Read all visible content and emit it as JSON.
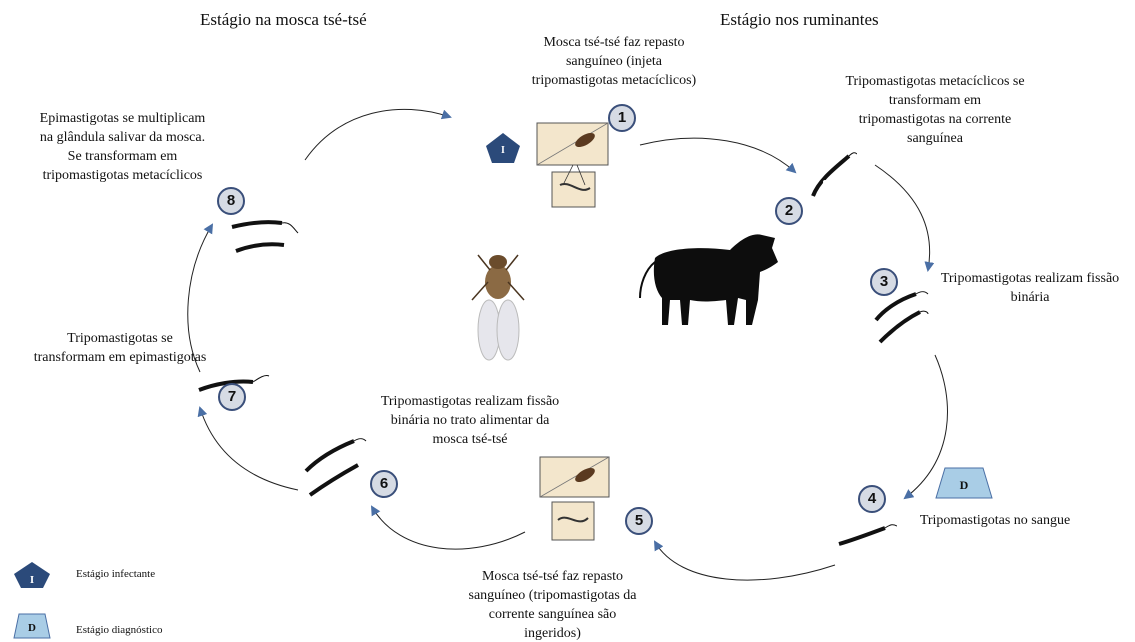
{
  "headers": {
    "fly_stage": "Estágio na mosca tsé-tsé",
    "ruminant_stage": "Estágio nos ruminantes"
  },
  "steps": [
    {
      "number": "1",
      "text": "Mosca tsé-tsé faz repasto\nsanguíneo (injeta\ntripomastigotas metacíclicos)"
    },
    {
      "number": "2",
      "text": "Tripomastigotas metacíclicos se\ntransformam em\ntripomastigotas na corrente\nsanguínea"
    },
    {
      "number": "3",
      "text": "Tripomastigotas realizam fissão\nbinária"
    },
    {
      "number": "4",
      "text": "Tripomastigotas no sangue"
    },
    {
      "number": "5",
      "text": "Mosca tsé-tsé faz repasto\nsanguíneo (tripomastigotas da\ncorrente sanguínea são\ningeridos)"
    },
    {
      "number": "6",
      "text": "Tripomastigotas realizam fissão\nbinária no trato alimentar da\nmosca tsé-tsé"
    },
    {
      "number": "7",
      "text": "Tripomastigotas se\ntransformam em epimastigotas"
    },
    {
      "number": "8",
      "text": "Epimastigotas se multiplicam\nna glândula salivar da mosca.\nSe transformam em\ntripomastigotas metacíclicos"
    }
  ],
  "badges": {
    "infective_letter": "I",
    "diagnostic_letter": "D"
  },
  "legend": {
    "infective_label": "Estágio infectante",
    "diagnostic_label": "Estágio diagnóstico"
  },
  "colors": {
    "infective_badge": "#2b4a7a",
    "diagnostic_badge": "#a9cde6",
    "step_circle": "#d6dbe4",
    "arrow": "#222222",
    "arrowhead": "#4a6fa5"
  }
}
